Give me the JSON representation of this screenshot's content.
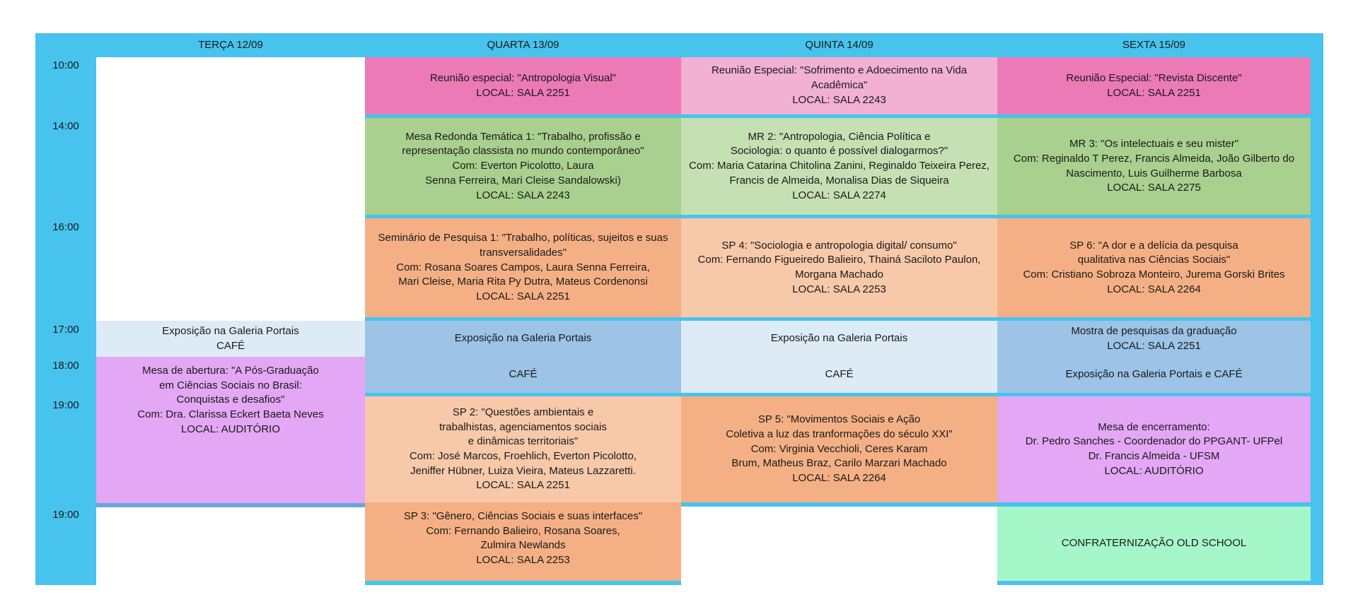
{
  "colors": {
    "frame": "#47c3ee",
    "pink": "#ec7ab7",
    "light_pink": "#f2b1d3",
    "green": "#a9d08e",
    "light_green": "#c5e0b3",
    "orange": "#f4b084",
    "light_orange": "#f7c9a9",
    "light_blue": "#ddebf7",
    "blue": "#9dc3e6",
    "lavender": "#e3a7f5",
    "mint": "#a5f7c9"
  },
  "days": [
    "TERÇA 12/09",
    "QUARTA 13/09",
    "QUINTA 14/09",
    "SEXTA 15/09"
  ],
  "times": {
    "t1": "10:00",
    "t2": "14:00",
    "t3": "16:00",
    "t4": "17:00",
    "t5": "18:00",
    "t6": "19:00",
    "t7": "19:00"
  },
  "cells": {
    "wed_1000": [
      "Reunião especial: \"Antropologia Visual\"",
      "LOCAL: SALA 2251"
    ],
    "thu_1000": [
      "Reunião Especial: \"Sofrimento e Adoecimento na Vida",
      "Acadêmica\"",
      "LOCAL: SALA 2243"
    ],
    "fri_1000": [
      "Reunião Especial: \"Revista Discente\"",
      "LOCAL: SALA 2251"
    ],
    "wed_1400": [
      "Mesa Redonda Temática 1: \"Trabalho, profissão e",
      "representação classista no mundo contemporâneo\"",
      "Com: Everton Picolotto, Laura",
      "Senna Ferreira, Mari Cleise Sandalowski)",
      "LOCAL: SALA 2243"
    ],
    "thu_1400": [
      "MR 2: \"Antropologia, Ciência Política e",
      "Sociologia: o quanto é possível dialogarmos?\"",
      "Com: Maria Catarina Chitolina Zanini, Reginaldo Teixeira Perez,",
      "Francis de Almeida, Monalisa Dias de Siqueira",
      "LOCAL: SALA 2274"
    ],
    "fri_1400": [
      "MR 3: \"Os intelectuais e seu mister\"",
      "Com: Reginaldo T Perez, Francis Almeida, João Gilberto do",
      "Nascimento, Luis Guilherme Barbosa",
      "LOCAL: SALA 2275"
    ],
    "wed_1600": [
      "Seminário de Pesquisa 1: \"Trabalho, políticas, sujeitos e suas",
      "transversalidades\"",
      "Com: Rosana Soares Campos, Laura Senna Ferreira,",
      "Mari Cleise, Maria Rita Py Dutra, Mateus Cordenonsi",
      "LOCAL: SALA 2251"
    ],
    "thu_1600": [
      "SP 4: \"Sociologia e antropologia digital/ consumo\"",
      "Com: Fernando Figueiredo Balieiro, Thainá Saciloto Paulon,",
      "Morgana Machado",
      "LOCAL: SALA 2253"
    ],
    "fri_1600": [
      "SP 6: \"A dor e a delícia da pesquisa",
      "qualitativa nas Ciências Sociais\"",
      "Com: Cristiano Sobroza Monteiro, Jurema Gorski Brites",
      "LOCAL: SALA 2264"
    ],
    "tue_1700": [
      "Exposição na Galeria Portais",
      "CAFÉ"
    ],
    "wed_1700": [
      "Exposição na Galeria Portais"
    ],
    "thu_1700": [
      "Exposição na Galeria Portais"
    ],
    "fri_1700": [
      "Mostra de pesquisas da graduação",
      "LOCAL: SALA 2251"
    ],
    "tue_1800": [
      "Mesa de abertura: \"A Pós-Graduação",
      "em Ciências Sociais no Brasil:",
      "Conquistas e desafios\"",
      "Com:  Dra. Clarissa Eckert Baeta Neves",
      "LOCAL: AUDITÓRIO"
    ],
    "wed_1800": [
      "CAFÉ"
    ],
    "thu_1800": [
      "CAFÉ"
    ],
    "fri_1800": [
      "Exposição na Galeria Portais e CAFÉ"
    ],
    "wed_1900": [
      "SP 2: \"Questões ambientais e",
      "trabalhistas, agenciamentos sociais",
      "e dinâmicas territoriais\"",
      "Com: José Marcos, Froehlich, Everton Picolotto,",
      "Jeniffer Hübner, Luiza Vieira, Mateus Lazzaretti.",
      "LOCAL: SALA 2251"
    ],
    "thu_1900": [
      "SP 5: \"Movimentos Sociais e Ação",
      "Coletiva a luz das tranformações do século XXI\"",
      "Com: Virginia Vecchioli, Ceres Karam",
      "Brum, Matheus Braz, Carilo Marzari Machado",
      "LOCAL: SALA 2264"
    ],
    "fri_1900": [
      "Mesa de encerramento:",
      "Dr. Pedro Sanches - Coordenador do PPGANT- UFPel",
      "Dr. Francis Almeida - UFSM",
      "LOCAL: AUDITÓRIO"
    ],
    "wed_2000": [
      "SP 3: \"Gênero, Ciências Sociais e suas interfaces\"",
      "Com: Fernando Balieiro, Rosana Soares,",
      "Zulmira Newlands",
      "LOCAL: SALA 2253"
    ],
    "fri_2000": [
      "CONFRATERNIZAÇÃO OLD SCHOOL"
    ]
  }
}
